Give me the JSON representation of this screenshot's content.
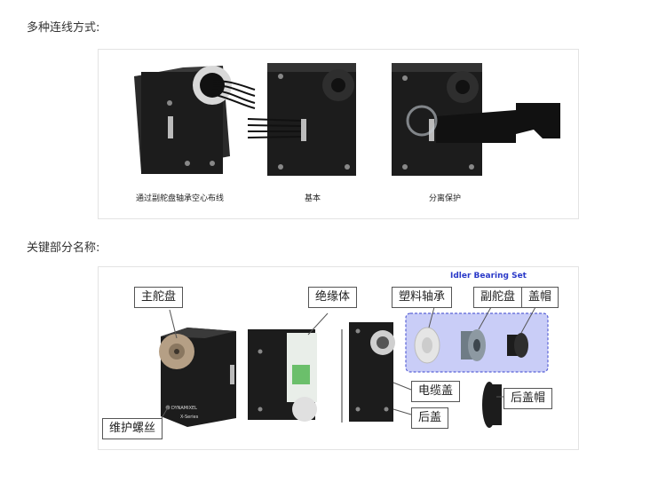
{
  "section1": {
    "title": "多种连线方式:",
    "captions": [
      "通过副舵盘轴承空心布线",
      "基本",
      "分离保护"
    ]
  },
  "section2": {
    "title": "关键部分名称:",
    "labels": {
      "main_horn": "主舵盘",
      "insulator": "绝缘体",
      "plastic_bearing": "塑料轴承",
      "idler_horn": "副舵盘",
      "cap": "盖帽",
      "cable_cover": "电缆盖",
      "back_cover": "后盖",
      "back_cap": "后盖帽",
      "screw": "维护螺丝",
      "idler_set": "Idler Bearing Set"
    },
    "logo_text": "DYNAMIXEL",
    "series_text": "X-Series"
  },
  "colors": {
    "highlight_fill": "#c9cdf7",
    "highlight_border": "#5a63d6",
    "servo_body": "#1c1c1c"
  }
}
